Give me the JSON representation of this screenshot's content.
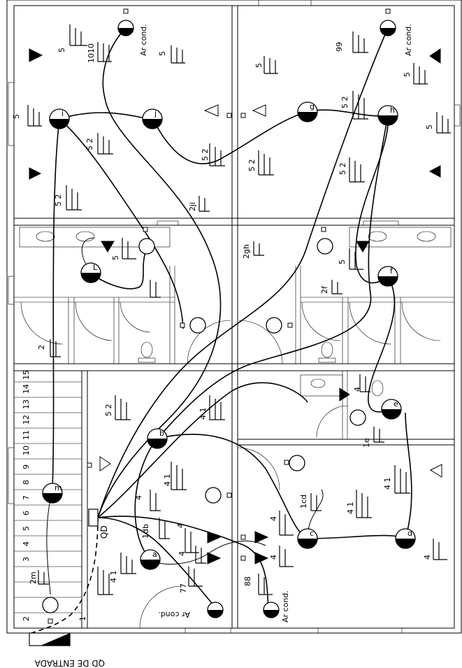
{
  "labels": {
    "main_panel": "QD",
    "entry_panel": "QD DE ENTRADA",
    "air_cond": "Ar cond."
  },
  "lamp_ids": [
    "i",
    "j",
    "g",
    "h",
    "L",
    "f",
    "e",
    "b",
    "m",
    "c",
    "d",
    "a"
  ],
  "circuit_labels": [
    "2m",
    "1db",
    "1cd",
    "1e",
    "2f",
    "2gh",
    "2ji",
    "77",
    "88",
    "99",
    "1010"
  ],
  "conductor_counts": [
    "5",
    "5 2",
    "4 1",
    "4",
    "2"
  ],
  "stair_steps": [
    "1",
    "2",
    "3",
    "4",
    "5",
    "6",
    "7",
    "8",
    "9",
    "10",
    "11",
    "12",
    "13",
    "14",
    "15"
  ]
}
